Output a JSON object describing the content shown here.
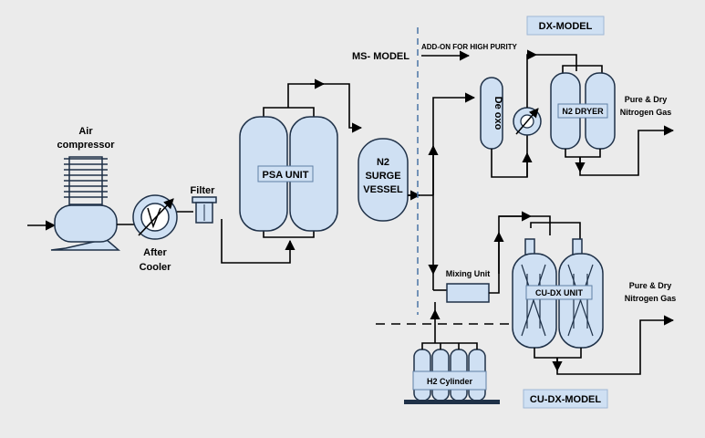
{
  "labels": {
    "air_compressor_line1": "Air",
    "air_compressor_line2": "compressor",
    "after_cooler_line1": "After",
    "after_cooler_line2": "Cooler",
    "filter": "Filter",
    "psa_unit": "PSA UNIT",
    "surge_line1": "N2",
    "surge_line2": "SURGE",
    "surge_line3": "VESSEL",
    "ms_model": "MS- MODEL",
    "add_on": "ADD-ON FOR HIGH PURITY",
    "dx_model": "DX-MODEL",
    "deoxo": "De oxo",
    "n2_dryer": "N2 DRYER",
    "output1_line1": "Pure & Dry",
    "output1_line2": "Nitrogen Gas",
    "mixing_unit": "Mixing Unit",
    "cudx_unit": "CU-DX  UNIT",
    "output2_line1": "Pure & Dry",
    "output2_line2": "Nitrogen Gas",
    "h2_cylinder": "H2 Cylinder",
    "cudx_model": "CU-DX-MODEL"
  },
  "colors": {
    "background": "#ebebeb",
    "vessel_fill": "#cfe0f3",
    "vessel_stroke": "#1f3148",
    "divider": "#4a74a6",
    "pipe": "#000000"
  }
}
